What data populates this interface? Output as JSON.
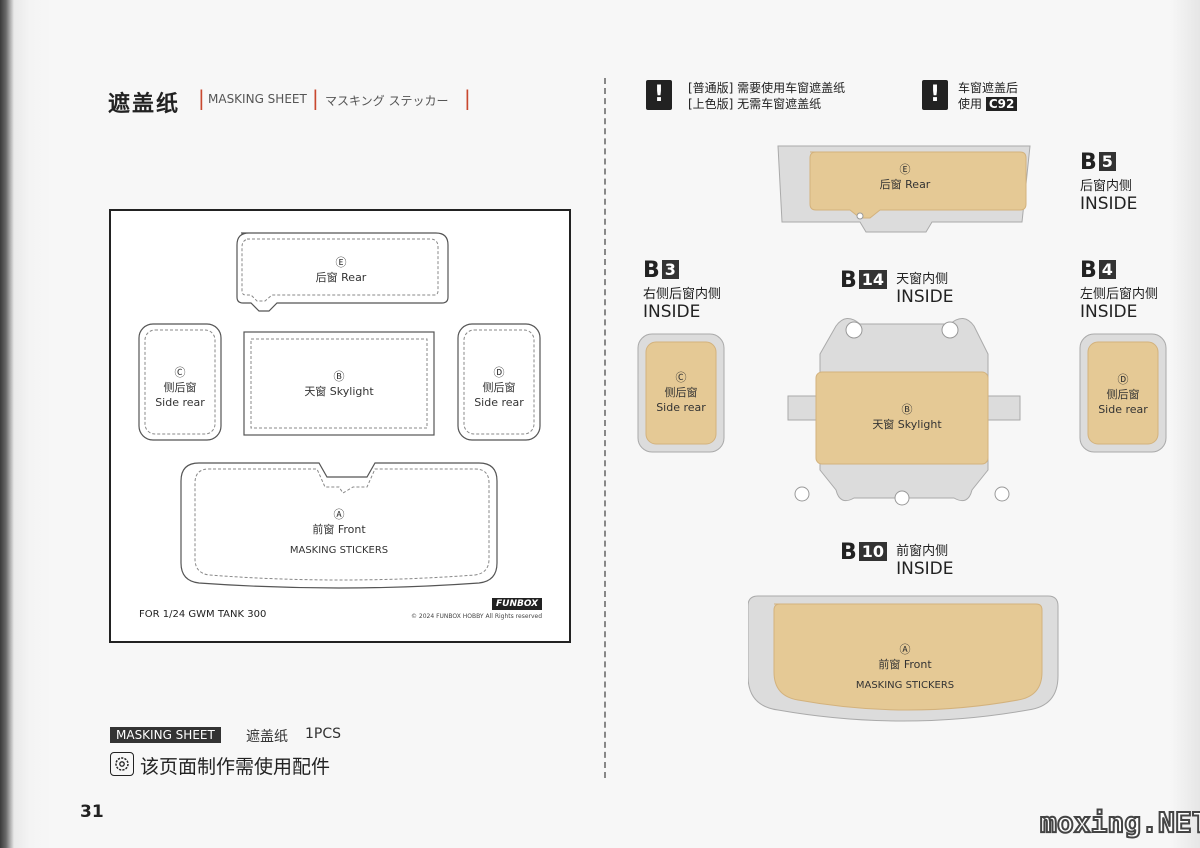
{
  "header": {
    "title_zh": "遮盖纸",
    "title_en": "MASKING SHEET",
    "title_ja": "マスキング ステッカー"
  },
  "sheet": {
    "parts": {
      "rear": {
        "letter": "Ⓔ",
        "label": "后窗 Rear"
      },
      "side_left": {
        "letter": "Ⓒ",
        "label_zh": "侧后窗",
        "label_en": "Side rear"
      },
      "skylight": {
        "letter": "Ⓑ",
        "label": "天窗 Skylight"
      },
      "side_right": {
        "letter": "Ⓓ",
        "label_zh": "侧后窗",
        "label_en": "Side rear"
      },
      "front": {
        "letter": "Ⓐ",
        "label": "前窗 Front",
        "sub": "MASKING STICKERS"
      }
    },
    "footer": "FOR 1/24 GWM TANK 300",
    "brand": "FUNBOX",
    "copyright": "© 2024 FUNBOX HOBBY All Rights reserved"
  },
  "parts_list": {
    "tag": "MASKING SHEET",
    "name_zh": "遮盖纸",
    "qty": "1PCS",
    "note": "该页面制作需使用配件"
  },
  "page_number": "31",
  "warnings": {
    "w1_line1": "[普通版] 需要使用车窗遮盖纸",
    "w1_line2": "[上色版] 无需车窗遮盖纸",
    "w2_line1": "车窗遮盖后",
    "w2_line2": "使用",
    "w2_part": "C92"
  },
  "steps": [
    {
      "id": "B",
      "num": "5",
      "zh": "后窗内侧",
      "en": "INSIDE"
    },
    {
      "id": "B",
      "num": "3",
      "zh": "右侧后窗内侧",
      "en": "INSIDE"
    },
    {
      "id": "B",
      "num": "14",
      "zh": "天窗内侧",
      "en": "INSIDE"
    },
    {
      "id": "B",
      "num": "4",
      "zh": "左侧后窗内侧",
      "en": "INSIDE"
    },
    {
      "id": "B",
      "num": "10",
      "zh": "前窗内侧",
      "en": "INSIDE"
    }
  ],
  "watermark": "moxing.NET"
}
